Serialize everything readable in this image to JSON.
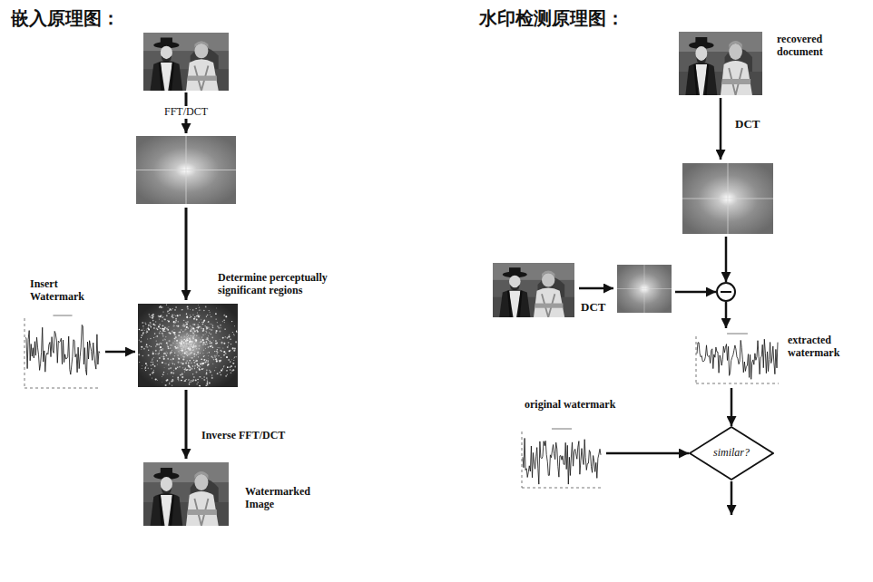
{
  "diagram": {
    "nodes": [
      {
        "text": [
          "Insert Watermark"
        ]
      },
      {
        "text": [
          "Watermarked Image"
        ]
      },
      {
        "text": [
          "recovered document"
        ]
      },
      {
        "text": [
          "extracted watermark"
        ]
      },
      {
        "text": [
          "original watermark"
        ]
      },
      {
        "text": [
          "similar?"
        ]
      }
    ],
    "edges": [
      {
        "from": 3,
        "to": 5,
        "arrow": "to"
      },
      {
        "from": 4,
        "to": 5,
        "arrow": "to"
      }
    ],
    "labels": [
      "嵌入原理图：",
      "水印检测原理图：",
      "FFT/DCT",
      "Determine perceptually significant regions",
      "Inverse FFT/DCT",
      "DCT",
      "DCT"
    ]
  }
}
